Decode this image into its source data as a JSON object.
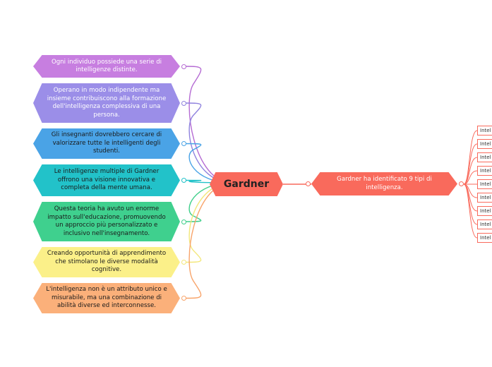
{
  "central": {
    "label": "Gardner",
    "color": "#f96a5c"
  },
  "left_nodes": [
    {
      "text": "Ogni individuo possiede una serie di intelligenze distinte.",
      "bg": "#c77ee0",
      "fg": "#ffffff",
      "line": "#b56bd3"
    },
    {
      "text": "Operano in modo indipendente ma insieme contribuiscono alla formazione dell'intelligenza complessiva di una persona.",
      "bg": "#9b8ee8",
      "fg": "#ffffff",
      "line": "#8f82de"
    },
    {
      "text": "Gli insegnanti dovrebbero cercare di valorizzare tutte le intelligenti degli studenti.",
      "bg": "#4aa3e6",
      "fg": "#1a1a1a",
      "line": "#4aa3e6"
    },
    {
      "text": "Le intelligenze multiple di Gardner offrono una visione innovativa e completa della mente umana.",
      "bg": "#22c2c9",
      "fg": "#1a1a1a",
      "line": "#22c2c9"
    },
    {
      "text": "Questa teoria ha avuto un enorme impatto sull'educazione, promuovendo un approccio più personalizzato e inclusivo nell'insegnamento.",
      "bg": "#3fd08e",
      "fg": "#1a1a1a",
      "line": "#3fcf8a"
    },
    {
      "text": "Creando opportunità di apprendimento che stimolano le diverse modalità cognitive.",
      "bg": "#fbf089",
      "fg": "#1a1a1a",
      "line": "#f3e77a"
    },
    {
      "text": "L'intelligenza non è un attributo unico e misurabile, ma una combinazione di abilità diverse ed interconnesse.",
      "bg": "#fbb07a",
      "fg": "#1a1a1a",
      "line": "#f8a46a"
    }
  ],
  "right_node": {
    "text": "Gardner ha identificato 9 tipi di intelligenza.",
    "bg": "#f96a5c",
    "line": "#f96a5c"
  },
  "leaves": [
    "Intel",
    "Intel",
    "Intel",
    "Intel",
    "Intel",
    "Intel",
    "Intel",
    "Intel",
    "Intel"
  ]
}
